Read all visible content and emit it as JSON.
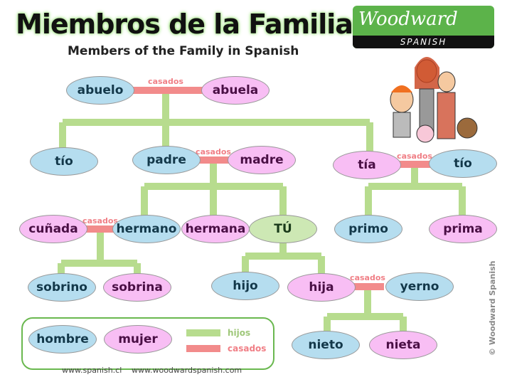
{
  "title": "Miembros de la Familia",
  "subtitle": "Members of the Family in Spanish",
  "logo": {
    "word": "Woodward",
    "sub": "SPANISH"
  },
  "colors": {
    "male": "#b5ddef",
    "female": "#f8bef4",
    "you": "#cde8b4",
    "hijos_line": "#b7dc8e",
    "casados_line": "#f28b8b"
  },
  "nodes": {
    "abuelo": "abuelo",
    "abuela": "abuela",
    "tio1": "tío",
    "padre": "padre",
    "madre": "madre",
    "tia": "tía",
    "tio2": "tío",
    "cunada": "cuñada",
    "hermano": "hermano",
    "hermana": "hermana",
    "tu": "TÚ",
    "primo": "primo",
    "prima": "prima",
    "sobrino": "sobrino",
    "sobrina": "sobrina",
    "hijo": "hijo",
    "hija": "hija",
    "yerno": "yerno",
    "nieto": "nieto",
    "nieta": "nieta"
  },
  "casados_label": "casados",
  "legend": {
    "hombre": "hombre",
    "mujer": "mujer",
    "hijos": "hijos",
    "casados": "casados"
  },
  "footer": {
    "site1": "www.spanish.cl",
    "site2": "www.woodwardspanish.com"
  },
  "copyright": "© Woodward Spanish"
}
